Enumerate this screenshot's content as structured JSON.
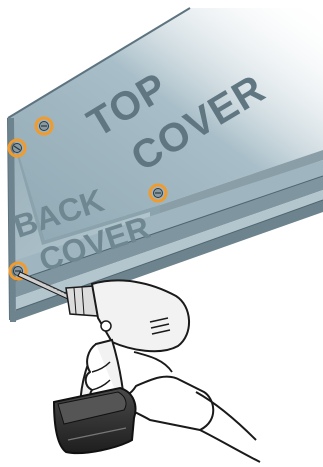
{
  "labels": {
    "top_cover_line1": "TOP",
    "top_cover_line2": "COVER",
    "back_cover_line1": "BACK",
    "back_cover_line2": "COVER"
  },
  "colors": {
    "panel_face": "#9fb6c0",
    "panel_edge": "#7d939d",
    "panel_dark": "#5d7480",
    "label_text": "#607782",
    "screw_highlight": "#f29b2d",
    "screw_fill": "#8b9aa2",
    "drill_body": "#f2f2f2",
    "drill_outline": "#1a1a1a",
    "battery": "#2d2d2d"
  },
  "icons": {
    "screws": "screw-icon",
    "tool": "power-drill-icon",
    "hand": "hand-icon"
  }
}
